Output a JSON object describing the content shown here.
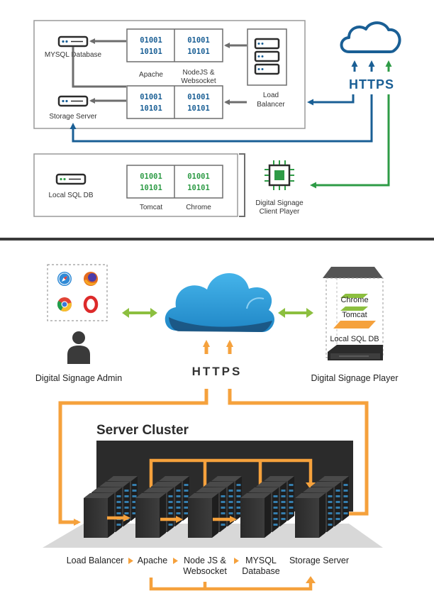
{
  "colors": {
    "blue": "#1a5f95",
    "green": "#2e9b46",
    "orange": "#f5a13c",
    "gray_line": "#6d6d6d",
    "cloud_blue": "#2f9bd6",
    "chip_green": "#8cbf3f"
  },
  "top": {
    "https": "HTTPS",
    "binary_line1": "01001",
    "binary_line2": "10101",
    "servers": {
      "mysql": "MYSQL Database",
      "storage": "Storage Server",
      "local_sql": "Local SQL DB"
    },
    "apache": "Apache",
    "nodejs_line1": "NodeJS &",
    "nodejs_line2": "Websocket",
    "load_balancer_line1": "Load",
    "load_balancer_line2": "Balancer",
    "tomcat": "Tomcat",
    "chrome": "Chrome",
    "player_line1": "Digital Signage",
    "player_line2": "Client Player"
  },
  "bottom": {
    "admin": "Digital Signage Admin",
    "player": "Digital Signage Player",
    "https": "HTTPS",
    "cluster_title": "Server Cluster",
    "stack": {
      "chrome": "Chrome",
      "tomcat": "Tomcat",
      "local_sql": "Local SQL DB"
    },
    "labels": {
      "load_balancer": "Load Balancer",
      "apache": "Apache",
      "nodejs_line1": "Node JS &",
      "nodejs_line2": "Websocket",
      "mysql_line1": "MYSQL",
      "mysql_line2": "Database",
      "storage": "Storage Server"
    }
  },
  "icons": {
    "cloud": "cloud-icon",
    "server": "server-icon",
    "chip": "chip-icon",
    "safari": "safari-icon",
    "firefox": "firefox-icon",
    "chrome": "chrome-icon",
    "opera": "opera-icon",
    "person": "person-icon",
    "rack": "server-rack-icon"
  }
}
